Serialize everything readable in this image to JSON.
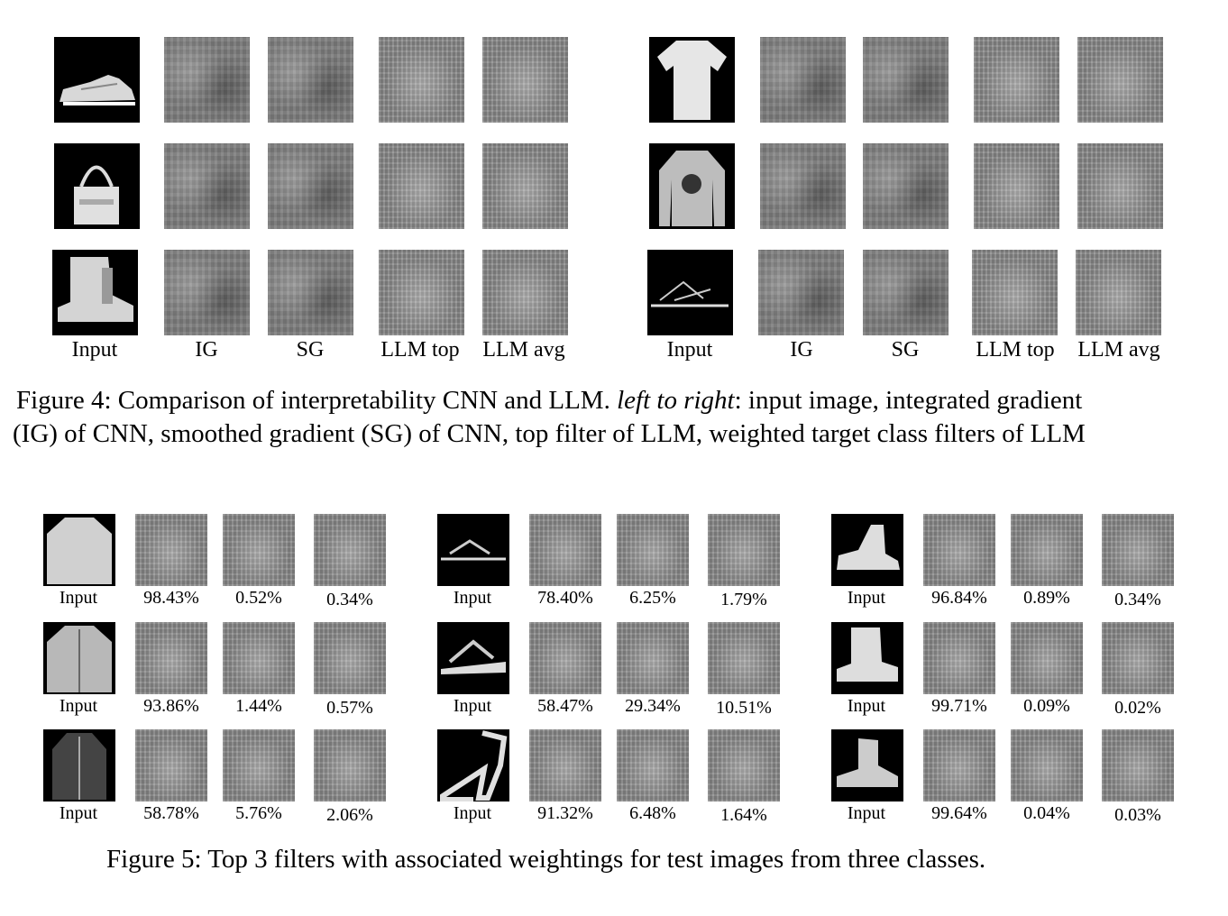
{
  "fig4": {
    "column_labels_left": [
      "Input",
      "IG",
      "SG",
      "LLM top",
      "LLM avg"
    ],
    "column_labels_right": [
      "Input",
      "IG",
      "SG",
      "LLM top",
      "LLM avg"
    ],
    "caption_prefix": "Figure 4: Comparison of interpretability CNN and LLM.",
    "caption_italic": "left to right",
    "caption_rest": ": input image, integrated gradient",
    "caption_line2": "(IG) of CNN, smoothed gradient (SG) of CNN, top filter of LLM, weighted target class filters of LLM"
  },
  "fig5": {
    "groups": [
      {
        "rows": [
          {
            "input_label": "Input",
            "weights": [
              "98.43%",
              "0.52%",
              "0.34%"
            ]
          },
          {
            "input_label": "Input",
            "weights": [
              "93.86%",
              "1.44%",
              "0.57%"
            ]
          },
          {
            "input_label": "Input",
            "weights": [
              "58.78%",
              "5.76%",
              "2.06%"
            ]
          }
        ]
      },
      {
        "rows": [
          {
            "input_label": "Input",
            "weights": [
              "78.40%",
              "6.25%",
              "1.79%"
            ]
          },
          {
            "input_label": "Input",
            "weights": [
              "58.47%",
              "29.34%",
              "10.51%"
            ]
          },
          {
            "input_label": "Input",
            "weights": [
              "91.32%",
              "6.48%",
              "1.64%"
            ]
          }
        ]
      },
      {
        "rows": [
          {
            "input_label": "Input",
            "weights": [
              "96.84%",
              "0.89%",
              "0.34%"
            ]
          },
          {
            "input_label": "Input",
            "weights": [
              "99.71%",
              "0.09%",
              "0.02%"
            ]
          },
          {
            "input_label": "Input",
            "weights": [
              "99.64%",
              "0.04%",
              "0.03%"
            ]
          }
        ]
      }
    ],
    "caption": "Figure 5: Top 3 filters with associated weightings for test images from three classes."
  }
}
